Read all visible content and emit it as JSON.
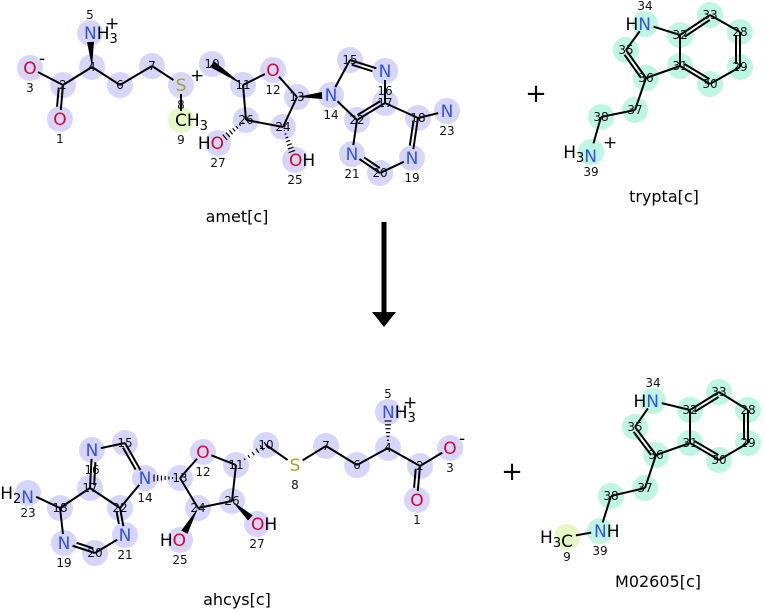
{
  "colors": {
    "hl_blue": "#d6d6fa",
    "hl_green": "#bdf6e2",
    "hl_yellow": "#e6f8c4",
    "N": "#3050f8",
    "O": "#e0002a",
    "S": "#a6a030",
    "C": "#000000",
    "bond": "#000000"
  },
  "reaction": {
    "plus_sign": "+",
    "arrow": "reaction-arrow"
  },
  "molecules": [
    {
      "name": "amet[c]",
      "atoms": [
        {
          "n": "1",
          "sym": "O",
          "hl": "blue"
        },
        {
          "n": "2",
          "sym": "",
          "hl": "blue"
        },
        {
          "n": "3",
          "sym": "O",
          "charge": "-",
          "hl": "blue"
        },
        {
          "n": "4",
          "sym": "",
          "hl": "blue"
        },
        {
          "n": "5",
          "sym": "N",
          "post": "H3",
          "charge": "+",
          "hl": "blue"
        },
        {
          "n": "6",
          "sym": "",
          "hl": "blue"
        },
        {
          "n": "7",
          "sym": "",
          "hl": "blue"
        },
        {
          "n": "8",
          "sym": "S",
          "charge": "+",
          "hl": "blue"
        },
        {
          "n": "9",
          "sym": "C",
          "post": "H3",
          "hl": "yellow"
        },
        {
          "n": "10",
          "sym": "",
          "hl": "blue"
        },
        {
          "n": "11",
          "sym": "",
          "hl": "blue"
        },
        {
          "n": "12",
          "sym": "O",
          "hl": "blue"
        },
        {
          "n": "13",
          "sym": "",
          "hl": "blue"
        },
        {
          "n": "14",
          "sym": "N",
          "hl": "blue"
        },
        {
          "n": "15",
          "sym": "",
          "hl": "blue"
        },
        {
          "n": "16",
          "sym": "N",
          "hl": "blue"
        },
        {
          "n": "17",
          "sym": "",
          "hl": "blue"
        },
        {
          "n": "18",
          "sym": "",
          "hl": "blue"
        },
        {
          "n": "19",
          "sym": "N",
          "hl": "blue"
        },
        {
          "n": "20",
          "sym": "",
          "hl": "blue"
        },
        {
          "n": "21",
          "sym": "N",
          "hl": "blue"
        },
        {
          "n": "22",
          "sym": "",
          "hl": "blue"
        },
        {
          "n": "23",
          "sym": "N",
          "hl": "blue"
        },
        {
          "n": "24",
          "sym": "",
          "hl": "blue"
        },
        {
          "n": "25",
          "sym": "O",
          "post": "H",
          "hl": "blue"
        },
        {
          "n": "26",
          "sym": "",
          "hl": "blue"
        },
        {
          "n": "27",
          "sym": "O",
          "pre": "H",
          "hl": "blue"
        }
      ]
    },
    {
      "name": "trypta[c]",
      "atoms": [
        {
          "n": "28",
          "sym": "",
          "hl": "green"
        },
        {
          "n": "29",
          "sym": "",
          "hl": "green"
        },
        {
          "n": "30",
          "sym": "",
          "hl": "green"
        },
        {
          "n": "31",
          "sym": "",
          "hl": "green"
        },
        {
          "n": "32",
          "sym": "",
          "hl": "green"
        },
        {
          "n": "33",
          "sym": "",
          "hl": "green"
        },
        {
          "n": "34",
          "sym": "N",
          "pre": "H",
          "hl": "green"
        },
        {
          "n": "35",
          "sym": "",
          "hl": "green"
        },
        {
          "n": "36",
          "sym": "",
          "hl": "green"
        },
        {
          "n": "37",
          "sym": "",
          "hl": "green"
        },
        {
          "n": "38",
          "sym": "",
          "hl": "green"
        },
        {
          "n": "39",
          "sym": "N",
          "pre": "H3",
          "charge": "+",
          "hl": "green"
        }
      ]
    },
    {
      "name": "ahcys[c]",
      "atoms": [
        {
          "n": "1",
          "sym": "O",
          "hl": "blue"
        },
        {
          "n": "2",
          "sym": "",
          "hl": "blue"
        },
        {
          "n": "3",
          "sym": "O",
          "charge": "-",
          "hl": "blue"
        },
        {
          "n": "4",
          "sym": "",
          "hl": "blue"
        },
        {
          "n": "5",
          "sym": "N",
          "post": "H3",
          "charge": "+",
          "hl": "blue"
        },
        {
          "n": "6",
          "sym": "",
          "hl": "blue"
        },
        {
          "n": "7",
          "sym": "",
          "hl": "blue"
        },
        {
          "n": "8",
          "sym": "S",
          "hl": "none"
        },
        {
          "n": "10",
          "sym": "",
          "hl": "blue"
        },
        {
          "n": "11",
          "sym": "",
          "hl": "blue"
        },
        {
          "n": "12",
          "sym": "O",
          "hl": "blue"
        },
        {
          "n": "13",
          "sym": "",
          "hl": "blue"
        },
        {
          "n": "14",
          "sym": "N",
          "hl": "blue"
        },
        {
          "n": "15",
          "sym": "",
          "hl": "blue"
        },
        {
          "n": "16",
          "sym": "N",
          "hl": "blue"
        },
        {
          "n": "17",
          "sym": "",
          "hl": "blue"
        },
        {
          "n": "18",
          "sym": "",
          "hl": "blue"
        },
        {
          "n": "19",
          "sym": "N",
          "hl": "blue"
        },
        {
          "n": "20",
          "sym": "",
          "hl": "blue"
        },
        {
          "n": "21",
          "sym": "N",
          "hl": "blue"
        },
        {
          "n": "22",
          "sym": "",
          "hl": "blue"
        },
        {
          "n": "23",
          "sym": "N",
          "pre": "H2",
          "hl": "blue"
        },
        {
          "n": "24",
          "sym": "",
          "hl": "blue"
        },
        {
          "n": "25",
          "sym": "O",
          "pre": "H",
          "hl": "blue"
        },
        {
          "n": "26",
          "sym": "",
          "hl": "blue"
        },
        {
          "n": "27",
          "sym": "O",
          "post": "H",
          "hl": "blue"
        }
      ]
    },
    {
      "name": "M02605[c]",
      "atoms": [
        {
          "n": "28",
          "sym": "",
          "hl": "green"
        },
        {
          "n": "29",
          "sym": "",
          "hl": "green"
        },
        {
          "n": "30",
          "sym": "",
          "hl": "green"
        },
        {
          "n": "31",
          "sym": "",
          "hl": "green"
        },
        {
          "n": "32",
          "sym": "",
          "hl": "green"
        },
        {
          "n": "33",
          "sym": "",
          "hl": "green"
        },
        {
          "n": "34",
          "sym": "N",
          "pre": "H",
          "hl": "green"
        },
        {
          "n": "35",
          "sym": "",
          "hl": "green"
        },
        {
          "n": "36",
          "sym": "",
          "hl": "green"
        },
        {
          "n": "37",
          "sym": "",
          "hl": "green"
        },
        {
          "n": "38",
          "sym": "",
          "hl": "green"
        },
        {
          "n": "39",
          "sym": "N",
          "post": "H",
          "hl": "green"
        },
        {
          "n": "9",
          "sym": "C",
          "pre": "H3",
          "hl": "yellow"
        }
      ]
    }
  ]
}
